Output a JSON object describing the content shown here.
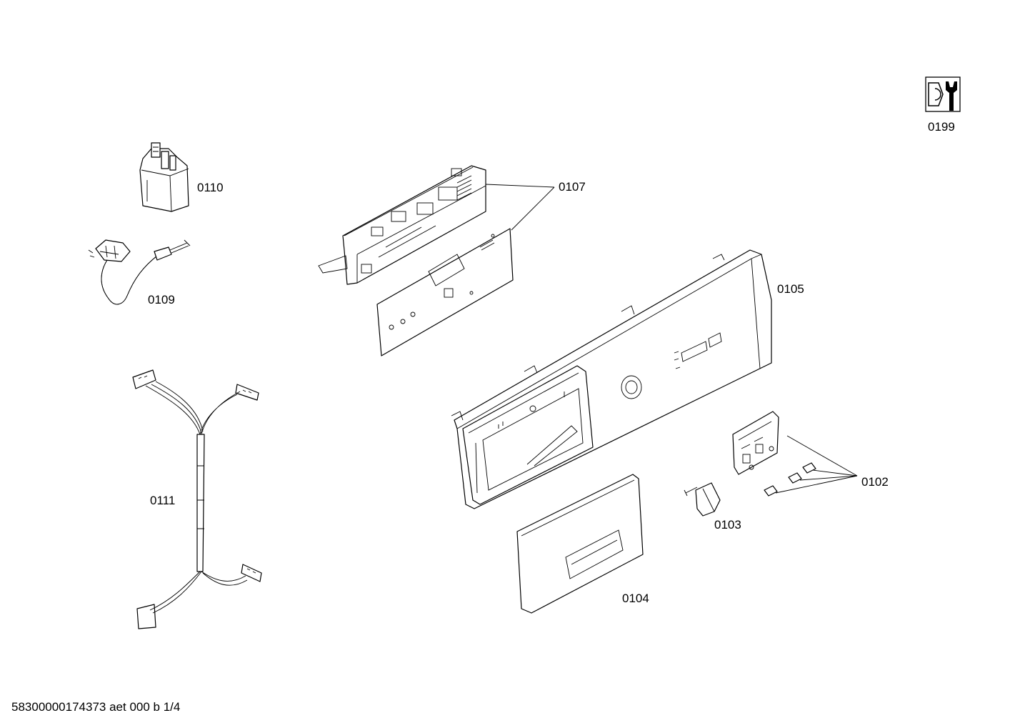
{
  "callouts": {
    "p0199": "0199",
    "p0110": "0110",
    "p0107": "0107",
    "p0109": "0109",
    "p0105": "0105",
    "p0111": "0111",
    "p0102": "0102",
    "p0103": "0103",
    "p0104": "0104"
  },
  "footer": {
    "doc_id": "58300000174373 aet 000 b 1/4"
  },
  "icons": {
    "service": "nut-and-wrench-icon"
  }
}
